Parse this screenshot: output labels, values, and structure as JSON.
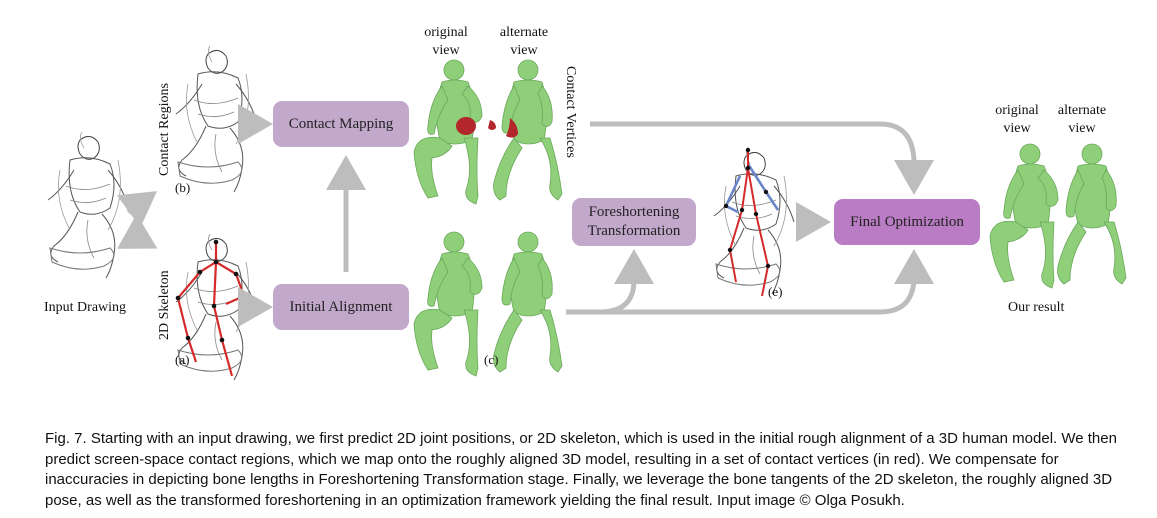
{
  "figure": {
    "labels": {
      "input_drawing": "Input Drawing",
      "contact_regions": "Contact Regions",
      "skeleton_2d": "2D Skeleton",
      "contact_vertices": "Contact Vertices",
      "original_view_line1": "original",
      "original_view_line2": "view",
      "alternate_view_line1": "alternate",
      "alternate_view_line2": "view",
      "our_result": "Our result"
    },
    "tags": {
      "a": "(a)",
      "b": "(b)",
      "c": "(c)",
      "e": "(e)"
    },
    "boxes": {
      "contact_mapping": "Contact Mapping",
      "initial_alignment": "Initial Alignment",
      "foreshortening_line1": "Foreshortening",
      "foreshortening_line2": "Transformation",
      "final_optimization": "Final Optimization"
    },
    "colors": {
      "box_light": "#c2a9cb",
      "box_dark": "#ba7cc4",
      "body_green": "#8fcf7a",
      "contact_red": "#b3262b",
      "skeleton_red": "#d42a2a",
      "skeleton_blue": "#6a86c9",
      "arrow_gray": "#bdbdbd"
    }
  },
  "caption": {
    "label": "Fig. 7.",
    "text": "Starting with an input drawing, we first predict 2D joint positions, or 2D skeleton, which is used in the initial rough alignment of a 3D human model. We then predict screen-space contact regions, which we map onto the roughly aligned 3D model, resulting in a set of contact vertices (in red). We compensate for inaccuracies in depicting bone lengths in Foreshortening Transformation stage. Finally, we leverage the bone tangents of the 2D skeleton, the roughly aligned 3D pose, as well as the transformed foreshortening in an optimization framework yielding the final result. Input image © Olga Posukh."
  }
}
